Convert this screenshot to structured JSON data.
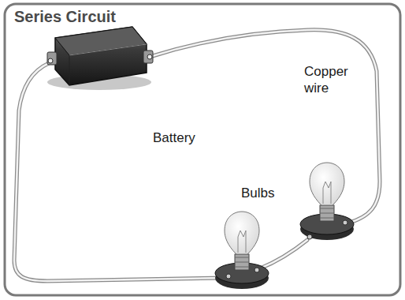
{
  "diagram": {
    "title": "Series Circuit",
    "labels": [
      "Copper wire",
      "Battery",
      "Bulbs"
    ]
  }
}
